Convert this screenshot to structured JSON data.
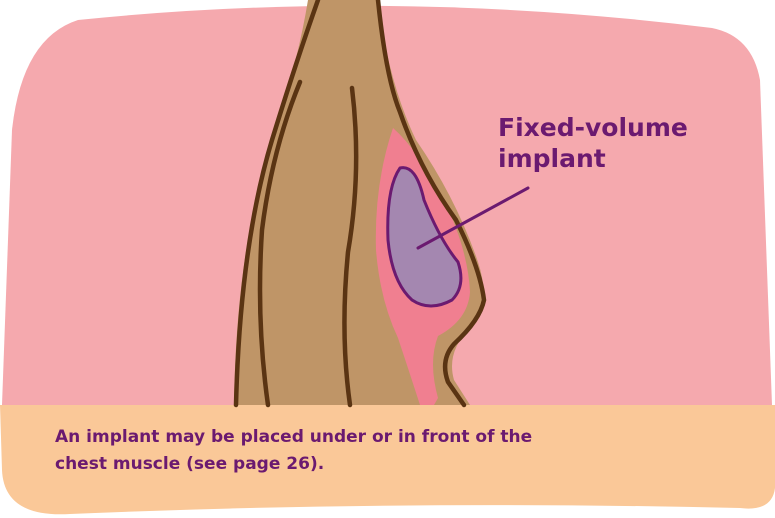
{
  "diagram": {
    "callout": {
      "line1": "Fixed-volume",
      "line2": "implant"
    },
    "caption": {
      "line1": "An implant may be placed under or in front of the",
      "line2": "chest muscle (see page 26)."
    },
    "colors": {
      "background_pink": "#f5a9ae",
      "caption_band": "#fac898",
      "skin": "#bf9567",
      "outline": "#5a3413",
      "tissue_pink": "#f07f90",
      "implant_fill": "#a487b0",
      "implant_outline": "#6b1a70",
      "text": "#6b1a70"
    }
  }
}
